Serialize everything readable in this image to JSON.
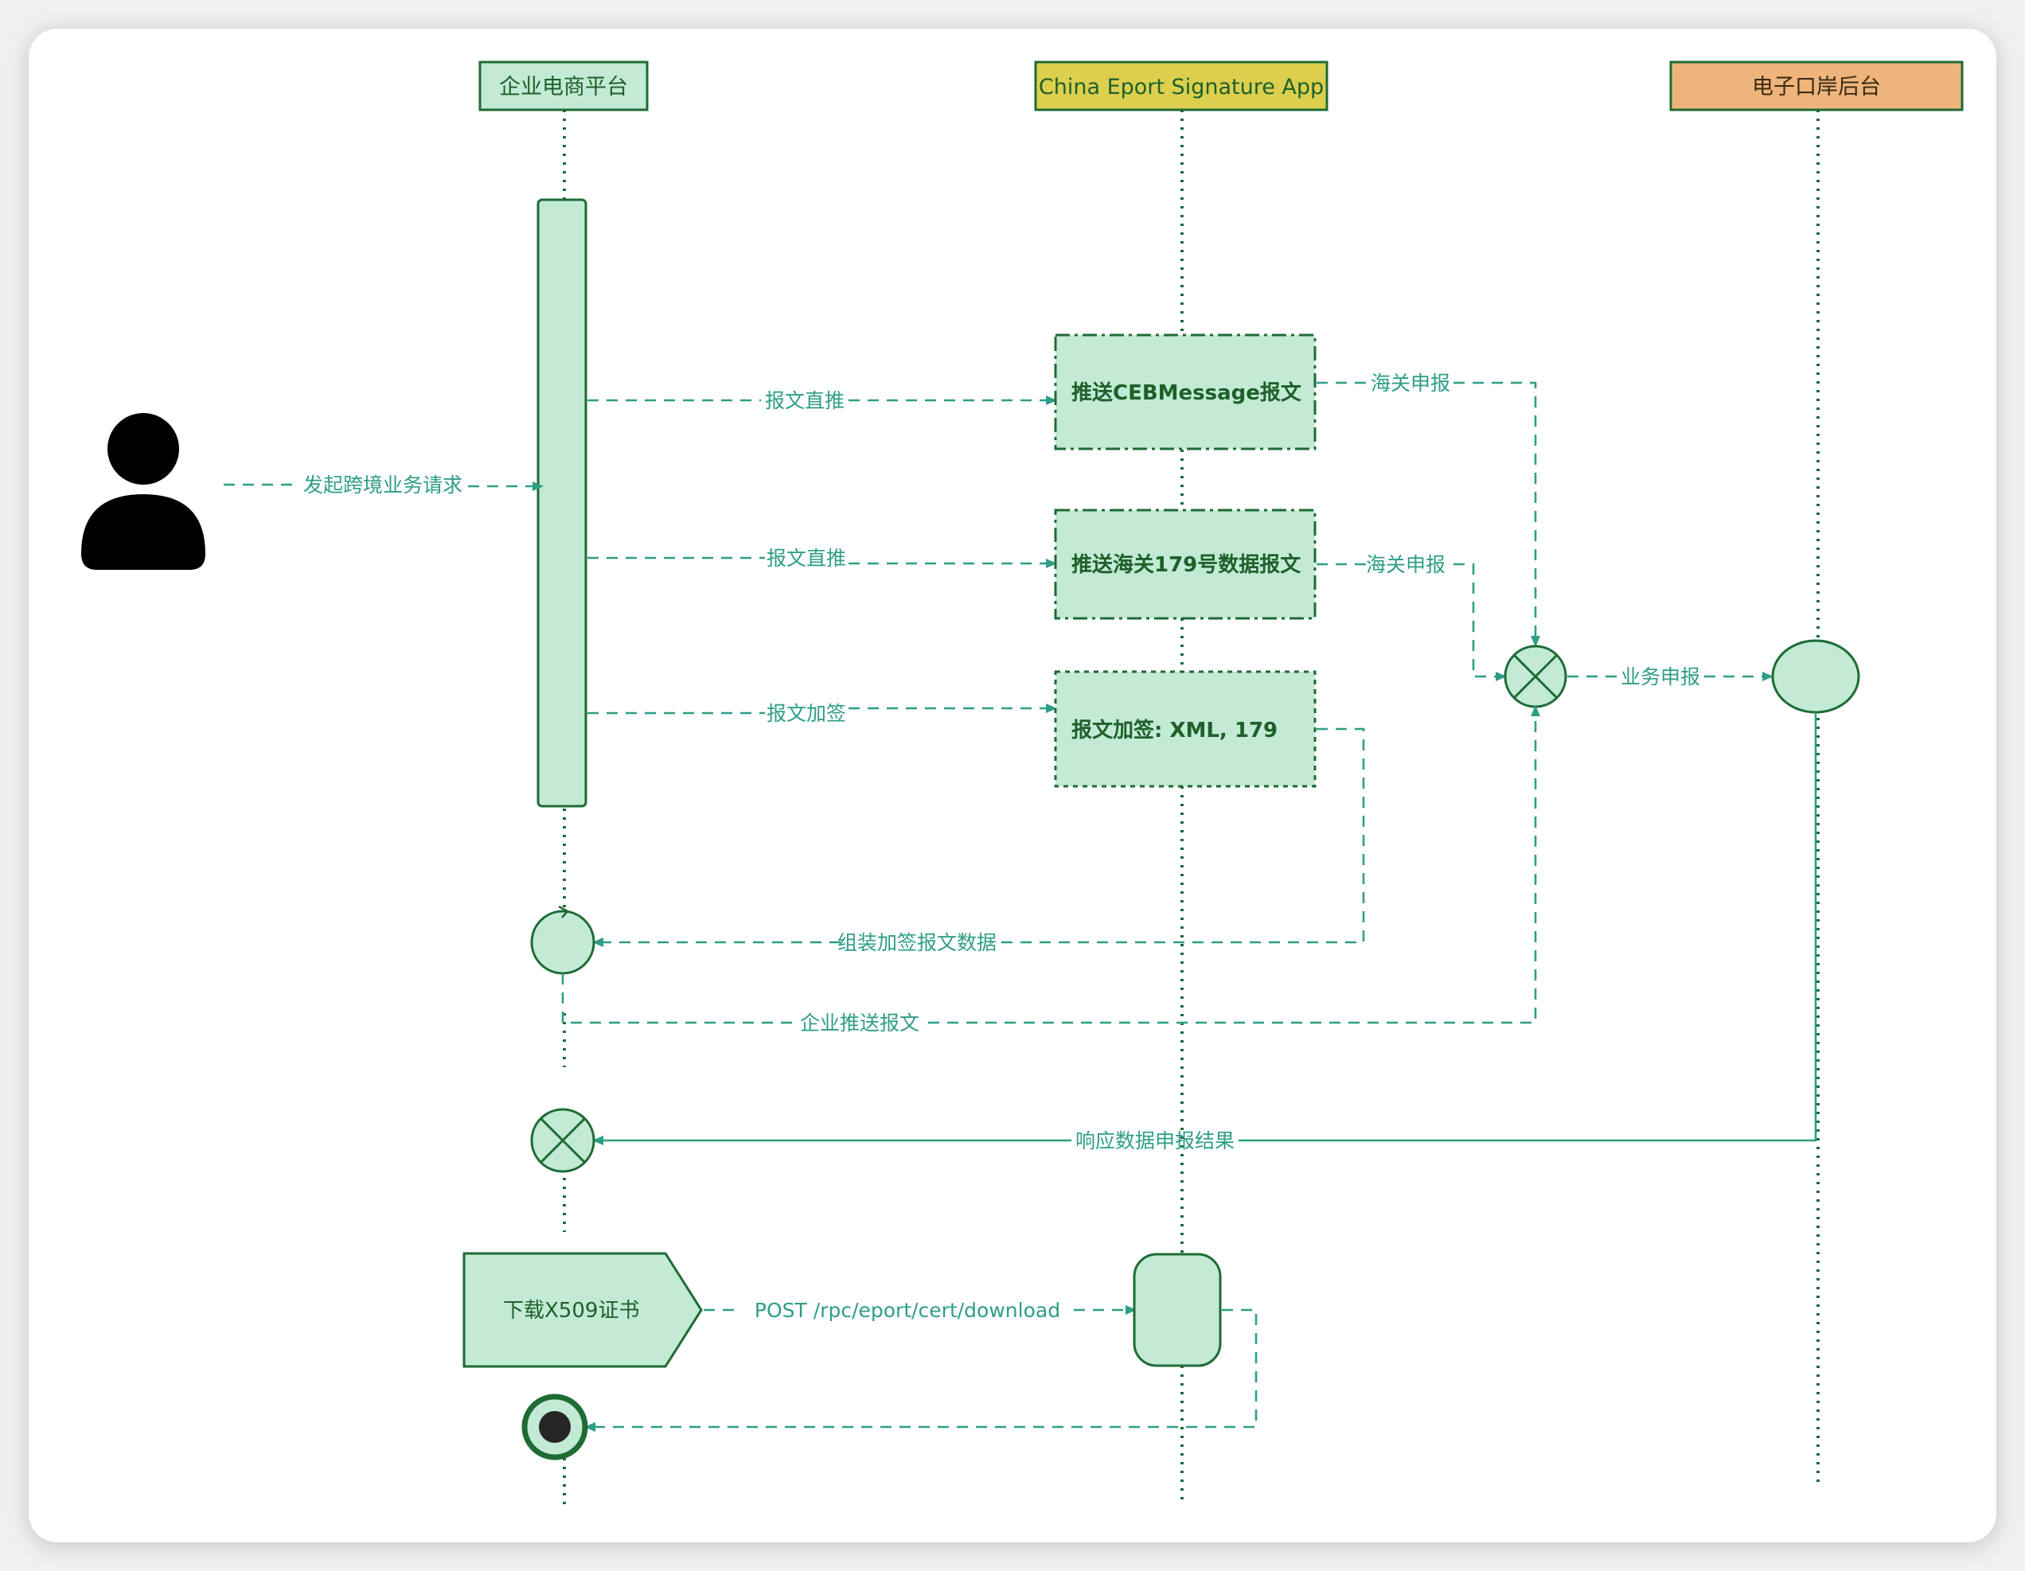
{
  "actors": [
    {
      "id": "enterprise",
      "label": "企业电商平台",
      "color": "#c2ead5"
    },
    {
      "id": "app",
      "label": "China Eport Signature App",
      "color": "#dccf4e"
    },
    {
      "id": "backend",
      "label": "电子口岸后台",
      "color": "#eeb47c"
    }
  ],
  "boxes": {
    "push_ceb": "推送CEBMessage报文",
    "push_179": "推送海关179号数据报文",
    "sign": "报文加签: XML, 179",
    "download": "下载X509证书"
  },
  "messages": {
    "initiate": "发起跨境业务请求",
    "direct_push_1": "报文直推",
    "direct_push_2": "报文直推",
    "sign_msg": "报文加签",
    "customs_declare_1": "海关申报",
    "customs_declare_2": "海关申报",
    "business_declare": "业务申报",
    "assemble": "组装加签报文数据",
    "enterprise_push": "企业推送报文",
    "response": "响应数据申报结果",
    "post": "POST /rpc/eport/cert/download"
  },
  "colors": {
    "flow": "#2e9e86",
    "node_fill": "#c2ead5",
    "node_stroke": "#1e6b34"
  }
}
